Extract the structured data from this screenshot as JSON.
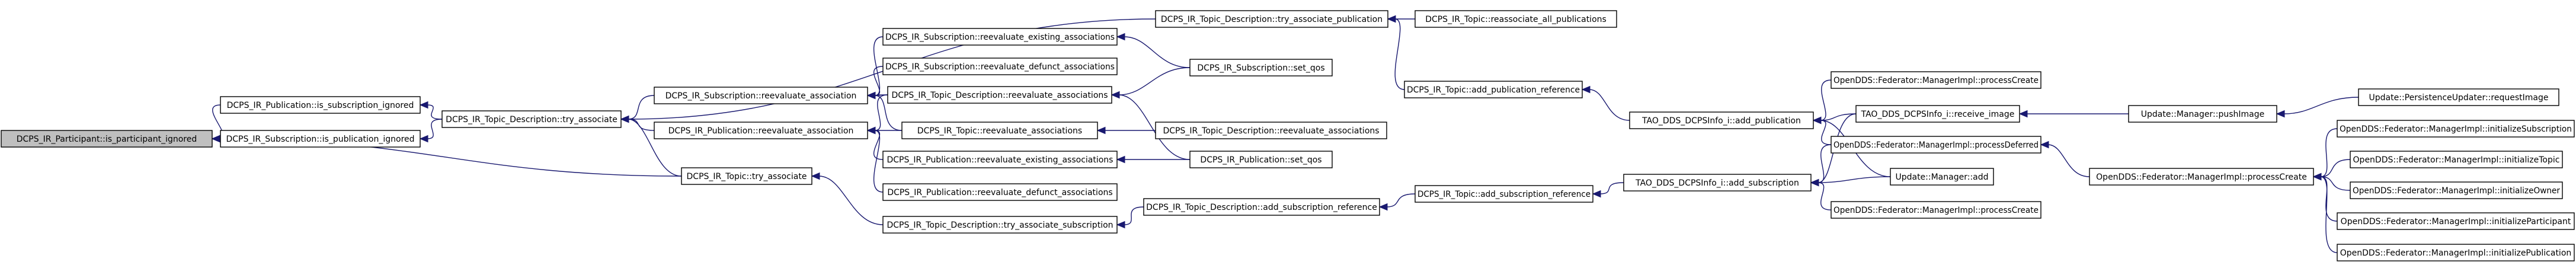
{
  "graph": {
    "nodes": [
      {
        "id": "n0",
        "label": "DCPS_IR_Participant::is_participant_ignored",
        "root": true
      },
      {
        "id": "n1",
        "label": "DCPS_IR_Publication::is_subscription_ignored"
      },
      {
        "id": "n2",
        "label": "DCPS_IR_Subscription::is_publication_ignored"
      },
      {
        "id": "n3",
        "label": "DCPS_IR_Topic_Description::try_associate"
      },
      {
        "id": "n4",
        "label": "DCPS_IR_Topic::try_associate"
      },
      {
        "id": "n5",
        "label": "DCPS_IR_Subscription::reevaluate_association"
      },
      {
        "id": "n6",
        "label": "DCPS_IR_Publication::reevaluate_association"
      },
      {
        "id": "n7",
        "label": "DCPS_IR_Subscription::reevaluate_existing_associations"
      },
      {
        "id": "n8",
        "label": "DCPS_IR_Subscription::reevaluate_defunct_associations"
      },
      {
        "id": "n9",
        "label": "DCPS_IR_Topic_Description::reevaluate_associations"
      },
      {
        "id": "n10",
        "label": "DCPS_IR_Topic::reevaluate_associations"
      },
      {
        "id": "n11",
        "label": "DCPS_IR_Publication::reevaluate_existing_associations"
      },
      {
        "id": "n12",
        "label": "DCPS_IR_Publication::reevaluate_defunct_associations"
      },
      {
        "id": "n13",
        "label": "DCPS_IR_Topic_Description::try_associate_subscription"
      },
      {
        "id": "n14",
        "label": "DCPS_IR_Topic_Description::try_associate_publication"
      },
      {
        "id": "n15",
        "label": "DCPS_IR_Subscription::set_qos"
      },
      {
        "id": "n16",
        "label": "DCPS_IR_Topic_Description::reevaluate_associations"
      },
      {
        "id": "n17",
        "label": "DCPS_IR_Publication::set_qos"
      },
      {
        "id": "n18",
        "label": "DCPS_IR_Topic_Description::add_subscription_reference"
      },
      {
        "id": "n19",
        "label": "DCPS_IR_Topic::reassociate_all_publications"
      },
      {
        "id": "n20",
        "label": "DCPS_IR_Topic::add_publication_reference"
      },
      {
        "id": "n21",
        "label": "DCPS_IR_Topic::add_subscription_reference"
      },
      {
        "id": "n22",
        "label": "TAO_DDS_DCPSInfo_i::add_publication"
      },
      {
        "id": "n23",
        "label": "TAO_DDS_DCPSInfo_i::add_subscription"
      },
      {
        "id": "n24",
        "label": "OpenDDS::Federator::ManagerImpl::processCreate"
      },
      {
        "id": "n25",
        "label": "TAO_DDS_DCPSInfo_i::receive_image"
      },
      {
        "id": "n26",
        "label": "OpenDDS::Federator::ManagerImpl::processDeferred"
      },
      {
        "id": "n27",
        "label": "Update::Manager::add"
      },
      {
        "id": "n28",
        "label": "OpenDDS::Federator::ManagerImpl::processCreate"
      },
      {
        "id": "n29",
        "label": "Update::Manager::pushImage"
      },
      {
        "id": "n30",
        "label": "OpenDDS::Federator::ManagerImpl::processCreate"
      },
      {
        "id": "n31",
        "label": "Update::PersistenceUpdater::requestImage"
      },
      {
        "id": "n32",
        "label": "OpenDDS::Federator::ManagerImpl::initializeSubscription"
      },
      {
        "id": "n33",
        "label": "OpenDDS::Federator::ManagerImpl::initializeTopic"
      },
      {
        "id": "n34",
        "label": "OpenDDS::Federator::ManagerImpl::initializeOwner"
      },
      {
        "id": "n35",
        "label": "OpenDDS::Federator::ManagerImpl::initializeParticipant"
      },
      {
        "id": "n36",
        "label": "OpenDDS::Federator::ManagerImpl::initializePublication"
      }
    ],
    "edges": [
      {
        "from": "n1",
        "to": "n0"
      },
      {
        "from": "n2",
        "to": "n0"
      },
      {
        "from": "n4",
        "to": "n0"
      },
      {
        "from": "n3",
        "to": "n1"
      },
      {
        "from": "n3",
        "to": "n2"
      },
      {
        "from": "n5",
        "to": "n3"
      },
      {
        "from": "n6",
        "to": "n3"
      },
      {
        "from": "n4",
        "to": "n3"
      },
      {
        "from": "n14",
        "to": "n3"
      },
      {
        "from": "n13",
        "to": "n4"
      },
      {
        "from": "n7",
        "to": "n5"
      },
      {
        "from": "n8",
        "to": "n5"
      },
      {
        "from": "n9",
        "to": "n5"
      },
      {
        "from": "n10",
        "to": "n5"
      },
      {
        "from": "n9",
        "to": "n6"
      },
      {
        "from": "n10",
        "to": "n6"
      },
      {
        "from": "n11",
        "to": "n6"
      },
      {
        "from": "n12",
        "to": "n6"
      },
      {
        "from": "n15",
        "to": "n7"
      },
      {
        "from": "n15",
        "to": "n9"
      },
      {
        "from": "n17",
        "to": "n9"
      },
      {
        "from": "n16",
        "to": "n10"
      },
      {
        "from": "n17",
        "to": "n11"
      },
      {
        "from": "n18",
        "to": "n13"
      },
      {
        "from": "n19",
        "to": "n14"
      },
      {
        "from": "n20",
        "to": "n14"
      },
      {
        "from": "n21",
        "to": "n18"
      },
      {
        "from": "n22",
        "to": "n20"
      },
      {
        "from": "n23",
        "to": "n21"
      },
      {
        "from": "n24",
        "to": "n22"
      },
      {
        "from": "n25",
        "to": "n22"
      },
      {
        "from": "n26",
        "to": "n22"
      },
      {
        "from": "n27",
        "to": "n22"
      },
      {
        "from": "n25",
        "to": "n23"
      },
      {
        "from": "n26",
        "to": "n23"
      },
      {
        "from": "n27",
        "to": "n23"
      },
      {
        "from": "n28",
        "to": "n23"
      },
      {
        "from": "n29",
        "to": "n25"
      },
      {
        "from": "n30",
        "to": "n26"
      },
      {
        "from": "n31",
        "to": "n29"
      },
      {
        "from": "n32",
        "to": "n30"
      },
      {
        "from": "n33",
        "to": "n30"
      },
      {
        "from": "n34",
        "to": "n30"
      },
      {
        "from": "n35",
        "to": "n30"
      },
      {
        "from": "n36",
        "to": "n30"
      }
    ]
  }
}
